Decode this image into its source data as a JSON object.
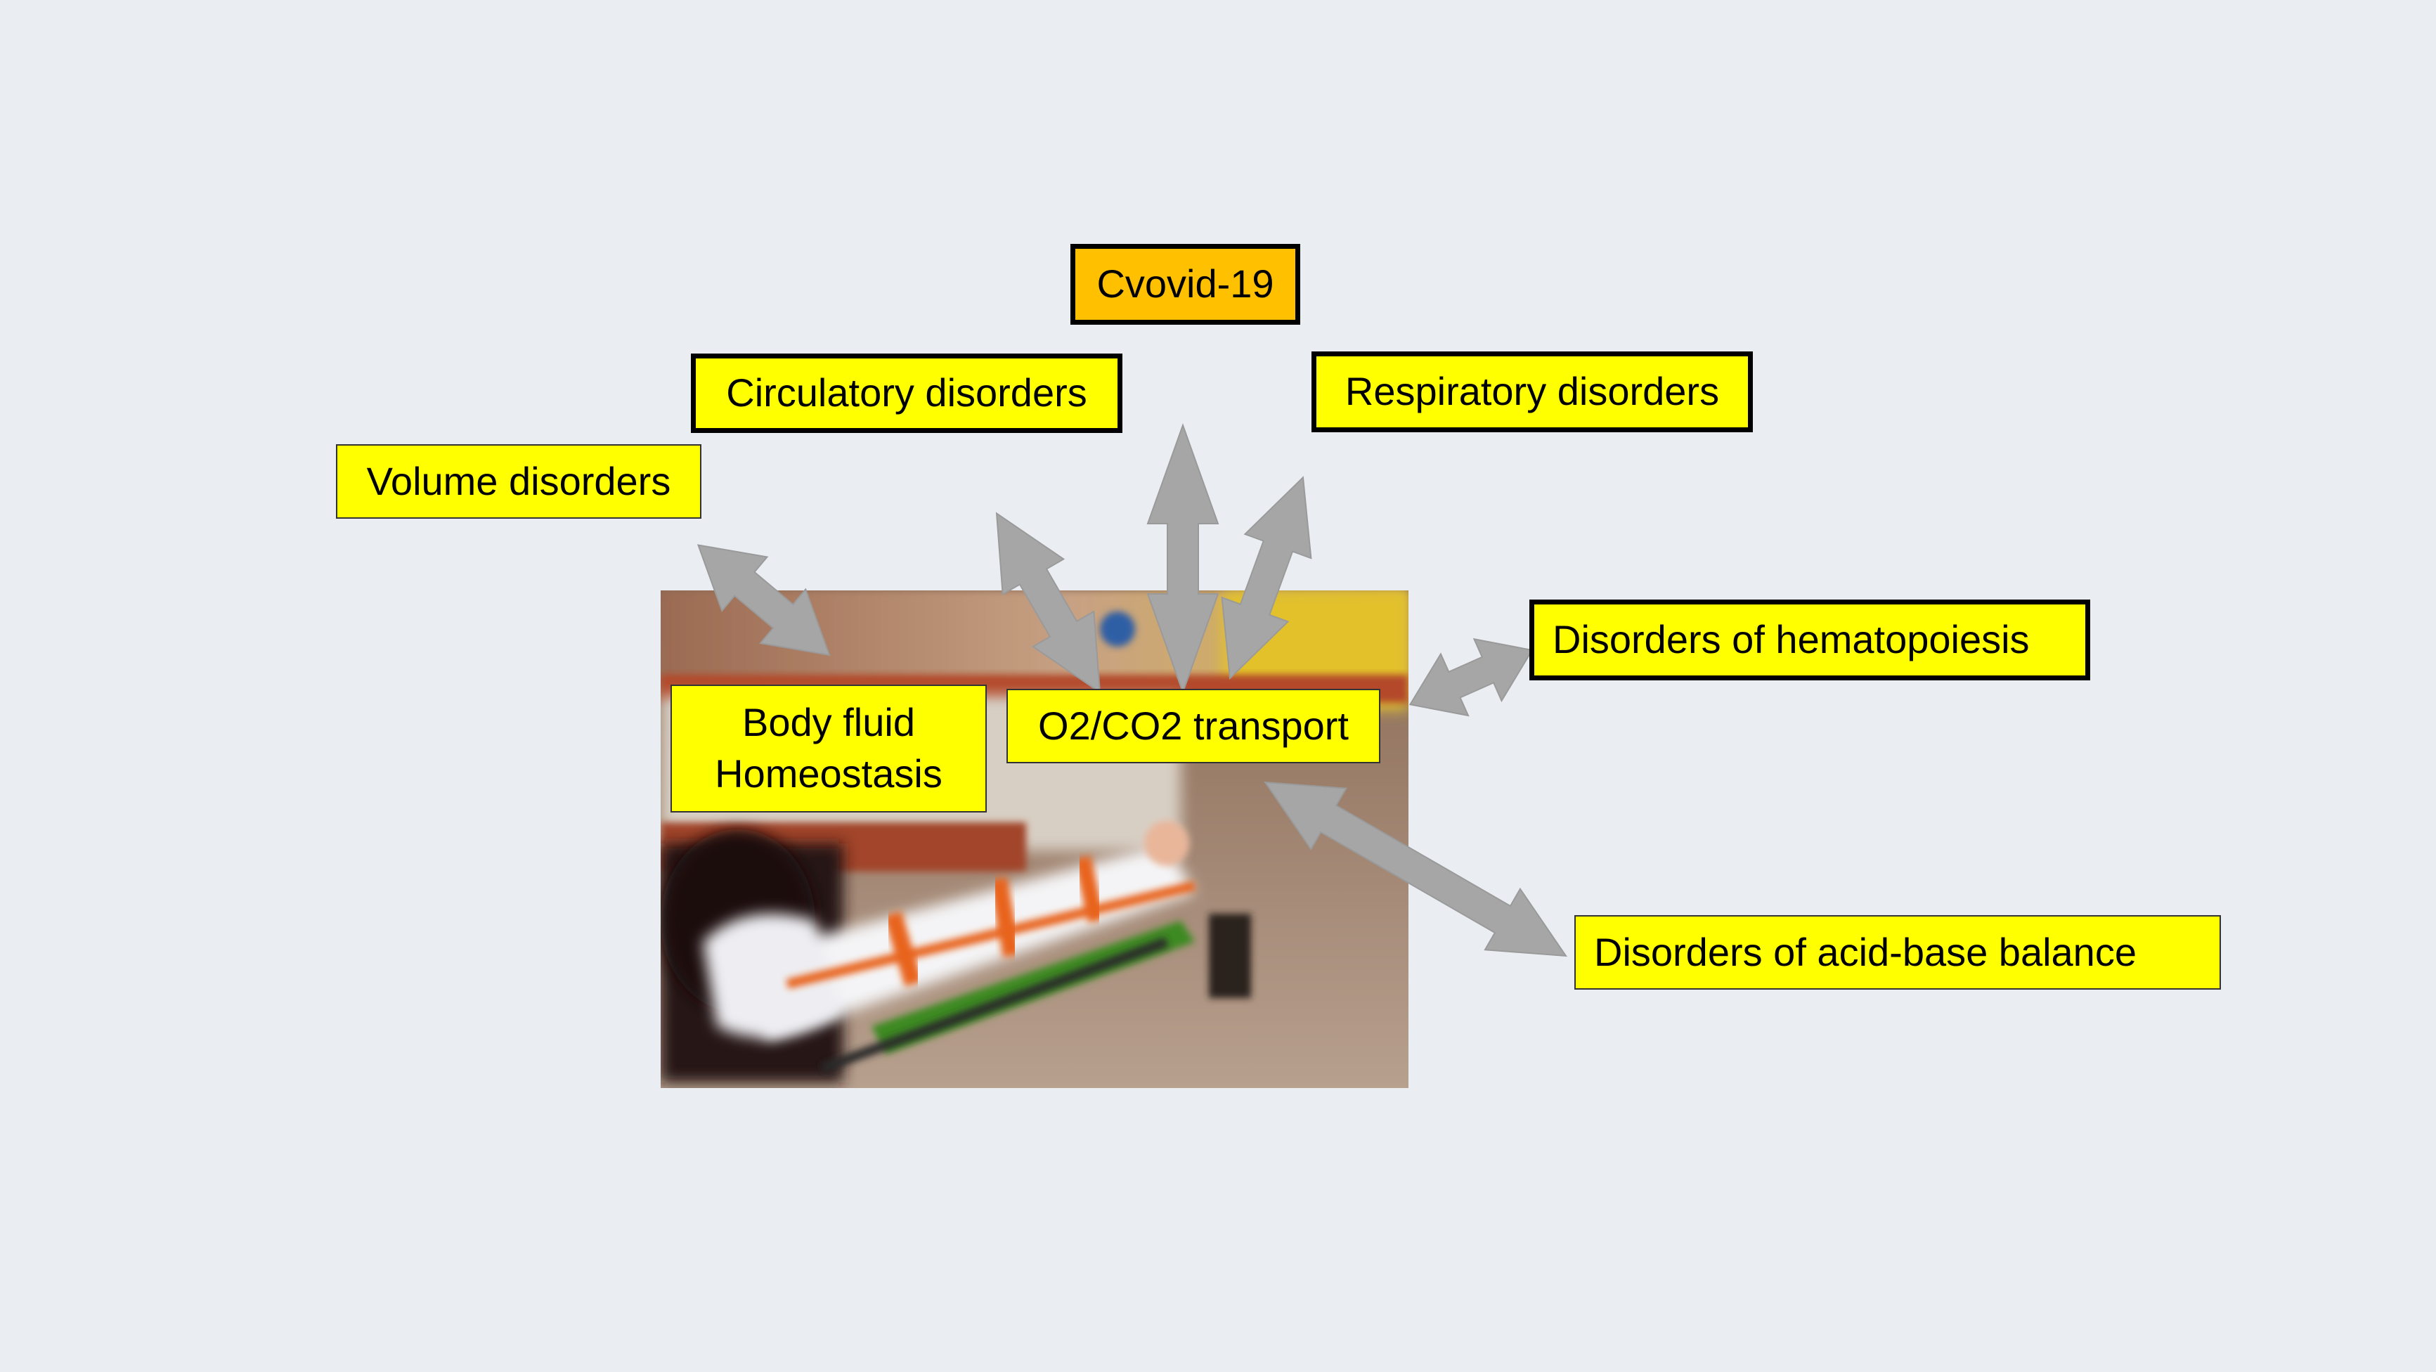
{
  "diagram": {
    "central_nodes": {
      "body_fluid": {
        "line1": "Body fluid",
        "line2": "Homeostasis"
      },
      "o2co2": "O2/CO2 transport"
    },
    "outer_nodes": {
      "volume_disorders": "Volume disorders",
      "circulatory_disorders": "Circulatory disorders",
      "covid": "Cvovid-19",
      "respiratory_disorders": "Respiratory disorders",
      "hematopoiesis": "Disorders of hematopoiesis",
      "acid_base": "Disorders of acid-base balance"
    },
    "photo": "stretcher-patient-motion-blur",
    "colors": {
      "background": "#EAEEF3",
      "label_fill": "#FFFF00",
      "covid_fill": "#FFC000",
      "arrow_fill": "#A6A6A6"
    }
  }
}
